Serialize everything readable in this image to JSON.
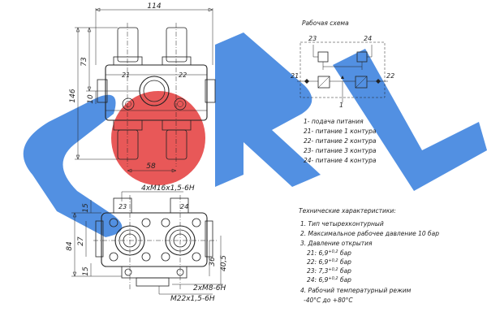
{
  "colors": {
    "ink": "#222222",
    "watermark_blue": "#1e6fd9",
    "watermark_red": "#e02020"
  },
  "watermark_icon": "sorl-logo-watermark",
  "dimensions": {
    "width_top": "114",
    "height_total": "146",
    "height_upper": "73",
    "offset_small": "10",
    "center_distance": "58",
    "port_threads": "4xM16x1,5-6H",
    "height_lower": "84",
    "dim_27": "27",
    "dim_15_top": "15",
    "dim_15_bottom": "15",
    "dim_36": "36",
    "dim_40_5": "40,5",
    "mount_threads": "2xM8-6H",
    "inlet_thread": "M22x1,5-6H"
  },
  "ports": {
    "p21": "21",
    "p22": "22",
    "p23": "23",
    "p24": "24",
    "p1": "1"
  },
  "scheme": {
    "title": "Рабочая схема"
  },
  "legend": [
    "1- подача питания",
    "21- питание 1 контура",
    "22- питание 2 контура",
    "23- питание 3 контура",
    "24- питание 4 контура"
  ],
  "specs": {
    "title": "Технические характеристики:",
    "items": [
      "1. Тип четырехконтурный",
      "2. Максимальное рабочее давление 10 бар",
      "3. Давление открытия"
    ],
    "opening": [
      {
        "port": "21",
        "value": "6,9",
        "tol": "+0,2",
        "unit": "бар"
      },
      {
        "port": "22",
        "value": "6,9",
        "tol": "+0,2",
        "unit": "бар"
      },
      {
        "port": "23",
        "value": "7,3",
        "tol": "+0,2",
        "unit": "бар"
      },
      {
        "port": "24",
        "value": "6,9",
        "tol": "+0,2",
        "unit": "бар"
      }
    ],
    "item4": "4. Рабочий температурный режим",
    "temp_range": "-40°С до +80°С"
  }
}
